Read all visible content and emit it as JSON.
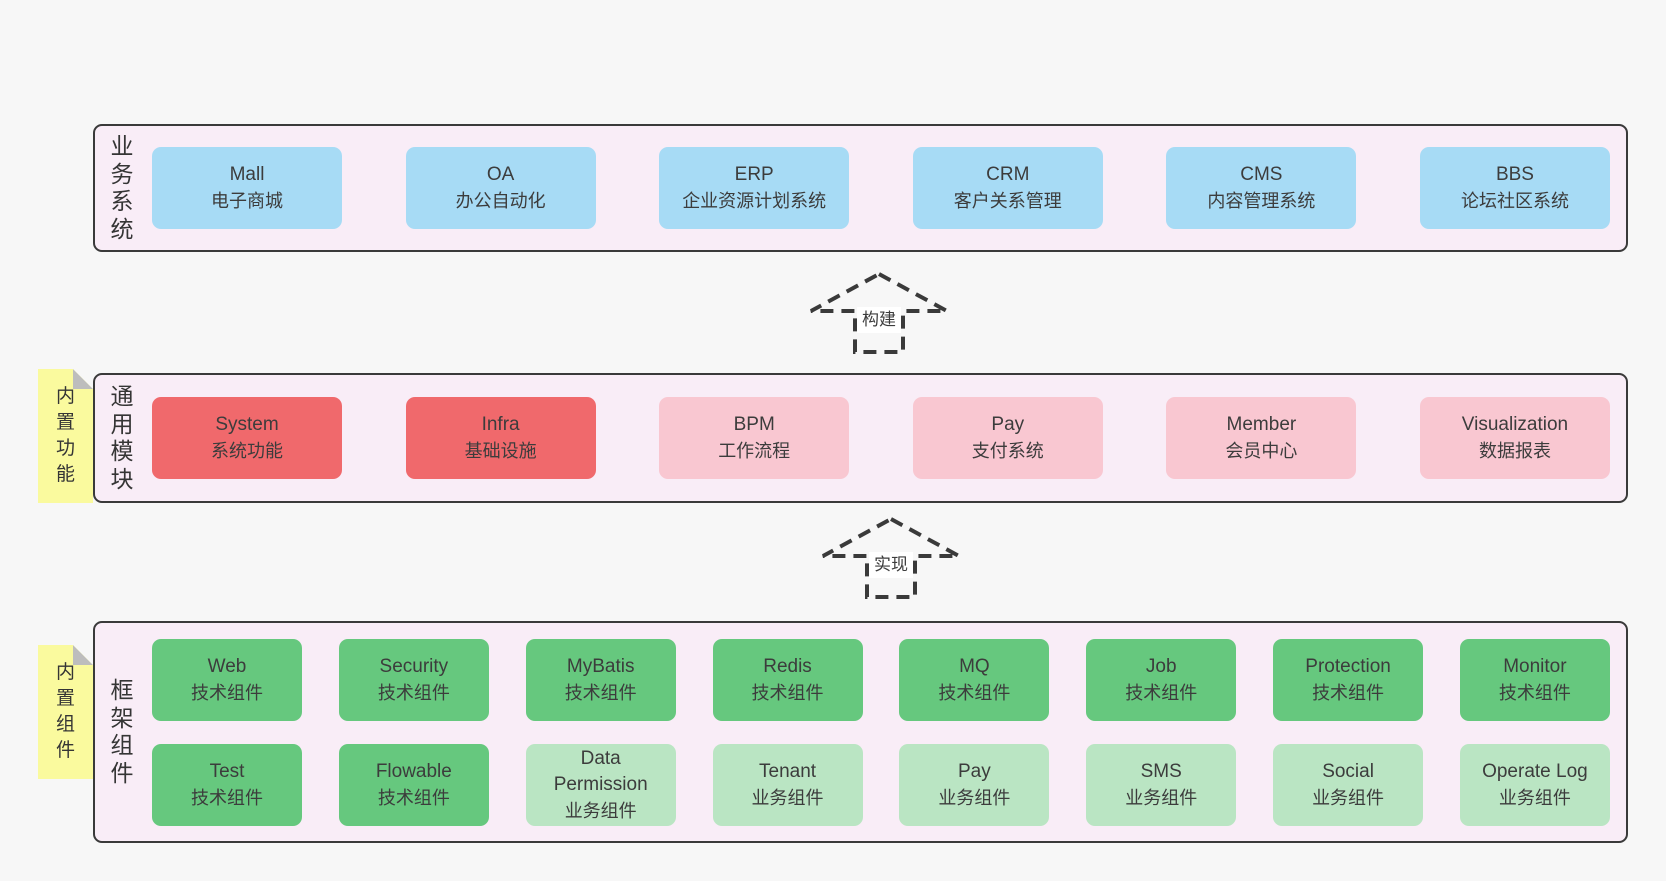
{
  "colors": {
    "page_bg": "#f7f7f7",
    "band_bg": "#f9edf7",
    "band_border": "#3a3a3a",
    "blue": "#a7dbf5",
    "red": "#f0696c",
    "pink": "#f9c7d1",
    "green": "#66c87e",
    "lightgreen": "#bae5c3",
    "note_yellow": "#fafa9e",
    "note_fold": "#bdbdbd",
    "text": "#3c3c3c"
  },
  "bands": [
    {
      "label": "业务系统",
      "rows": [
        [
          {
            "en": "Mall",
            "zh": "电子商城",
            "color": "blue"
          },
          {
            "en": "OA",
            "zh": "办公自动化",
            "color": "blue"
          },
          {
            "en": "ERP",
            "zh": "企业资源计划系统",
            "color": "blue"
          },
          {
            "en": "CRM",
            "zh": "客户关系管理",
            "color": "blue"
          },
          {
            "en": "CMS",
            "zh": "内容管理系统",
            "color": "blue"
          },
          {
            "en": "BBS",
            "zh": "论坛社区系统",
            "color": "blue"
          }
        ]
      ]
    },
    {
      "label": "通用模块",
      "note": "内置功能",
      "rows": [
        [
          {
            "en": "System",
            "zh": "系统功能",
            "color": "red"
          },
          {
            "en": "Infra",
            "zh": "基础设施",
            "color": "red"
          },
          {
            "en": "BPM",
            "zh": "工作流程",
            "color": "pink"
          },
          {
            "en": "Pay",
            "zh": "支付系统",
            "color": "pink"
          },
          {
            "en": "Member",
            "zh": "会员中心",
            "color": "pink"
          },
          {
            "en": "Visualization",
            "zh": "数据报表",
            "color": "pink"
          }
        ]
      ]
    },
    {
      "label": "框架组件",
      "note": "内置组件",
      "rows": [
        [
          {
            "en": "Web",
            "zh": "技术组件",
            "color": "green"
          },
          {
            "en": "Security",
            "zh": "技术组件",
            "color": "green"
          },
          {
            "en": "MyBatis",
            "zh": "技术组件",
            "color": "green"
          },
          {
            "en": "Redis",
            "zh": "技术组件",
            "color": "green"
          },
          {
            "en": "MQ",
            "zh": "技术组件",
            "color": "green"
          },
          {
            "en": "Job",
            "zh": "技术组件",
            "color": "green"
          },
          {
            "en": "Protection",
            "zh": "技术组件",
            "color": "green"
          },
          {
            "en": "Monitor",
            "zh": "技术组件",
            "color": "green"
          }
        ],
        [
          {
            "en": "Test",
            "zh": "技术组件",
            "color": "green"
          },
          {
            "en": "Flowable",
            "zh": "技术组件",
            "color": "green"
          },
          {
            "en": "Data Permission",
            "zh": "业务组件",
            "color": "lightgreen"
          },
          {
            "en": "Tenant",
            "zh": "业务组件",
            "color": "lightgreen"
          },
          {
            "en": "Pay",
            "zh": "业务组件",
            "color": "lightgreen"
          },
          {
            "en": "SMS",
            "zh": "业务组件",
            "color": "lightgreen"
          },
          {
            "en": "Social",
            "zh": "业务组件",
            "color": "lightgreen"
          },
          {
            "en": "Operate Log",
            "zh": "业务组件",
            "color": "lightgreen"
          }
        ]
      ]
    }
  ],
  "arrows": [
    {
      "label": "构建"
    },
    {
      "label": "实现"
    }
  ]
}
